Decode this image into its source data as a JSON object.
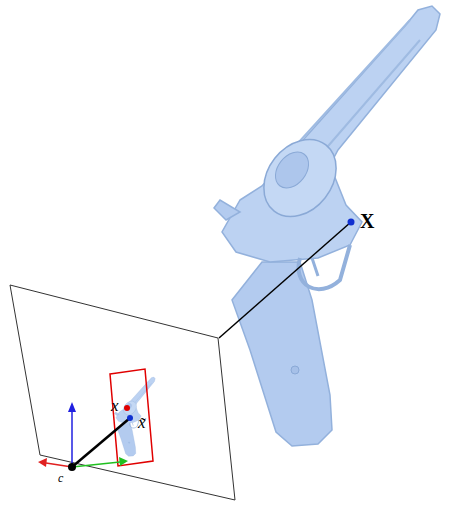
{
  "diagram": {
    "labels": [
      "X",
      "x",
      "x̃",
      "c"
    ]
  }
}
